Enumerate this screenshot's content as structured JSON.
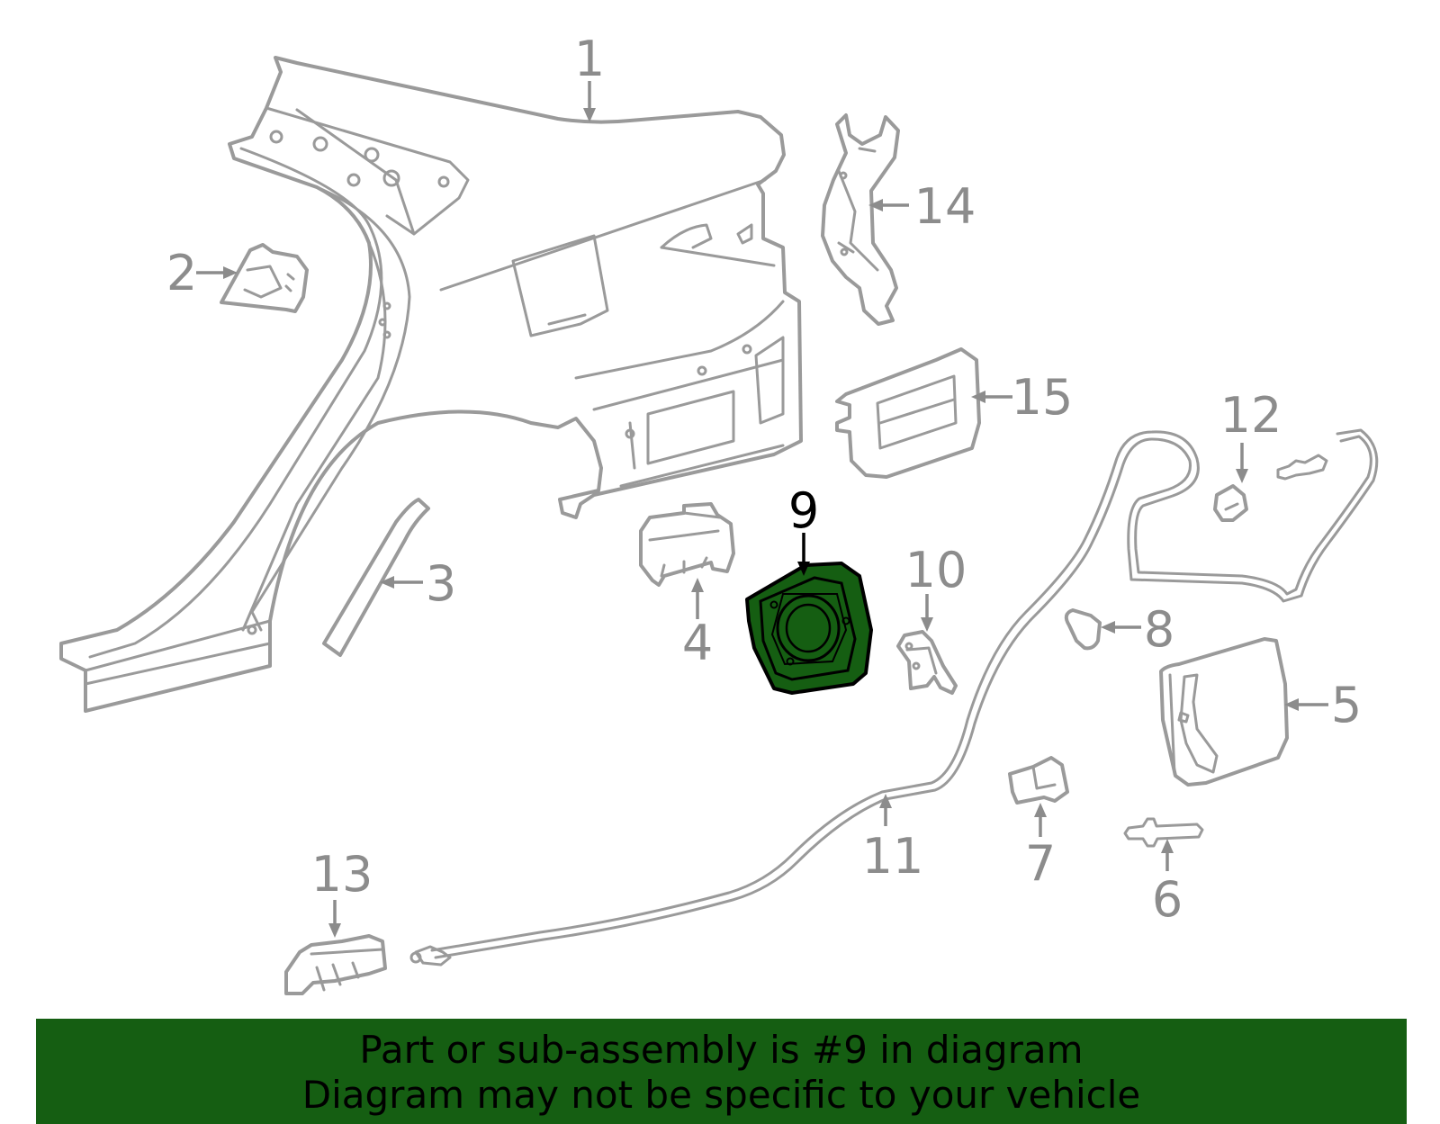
{
  "diagram": {
    "highlight_color": "#155e12",
    "part_color": "#9a9a9a",
    "highlighted_part": "9",
    "callouts": {
      "c1": "1",
      "c2": "2",
      "c3": "3",
      "c4": "4",
      "c5": "5",
      "c6": "6",
      "c7": "7",
      "c8": "8",
      "c9": "9",
      "c10": "10",
      "c11": "11",
      "c12": "12",
      "c13": "13",
      "c14": "14",
      "c15": "15"
    }
  },
  "banner": {
    "line1": "Part or sub-assembly is #9 in diagram",
    "line2": "Diagram may not be specific to your vehicle",
    "background": "#155e12"
  }
}
